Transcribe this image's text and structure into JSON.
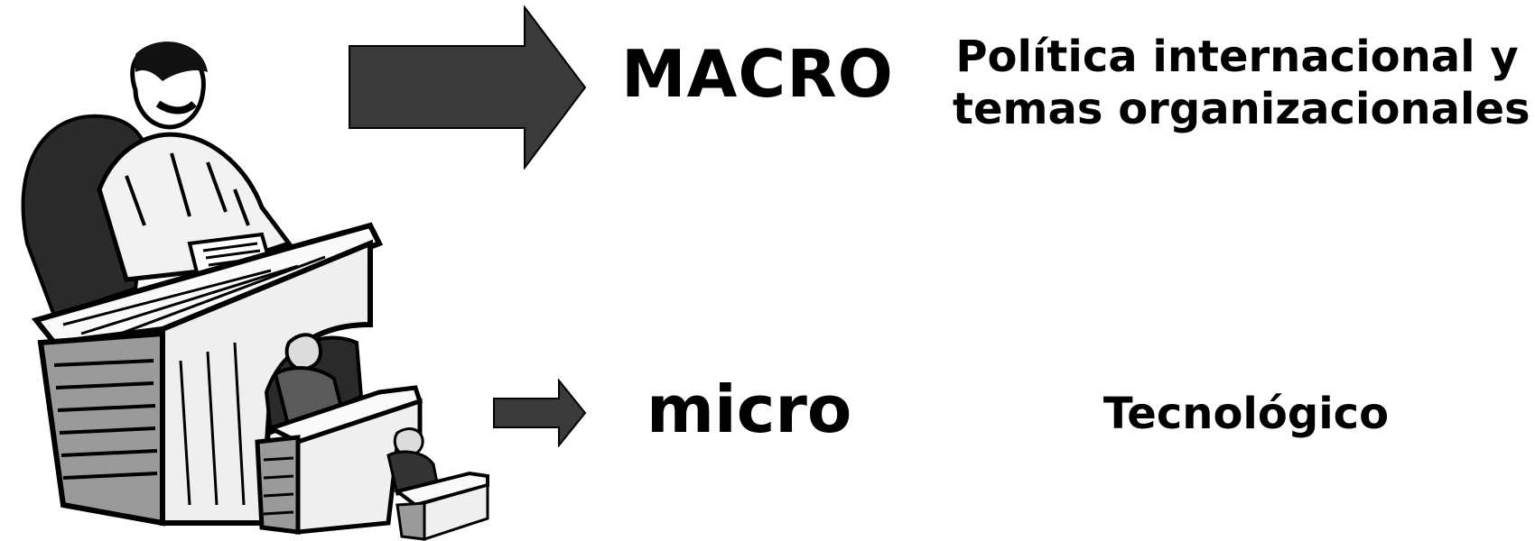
{
  "levels": [
    {
      "label": "MACRO",
      "description_lines": [
        "Política internacional y",
        "temas organizacionales"
      ]
    },
    {
      "label": "micro",
      "description_lines": [
        "Tecnológico"
      ]
    }
  ],
  "illustration": {
    "icon": "desk-workers-woodcut-icon",
    "meaning": "large desk figure with smaller nested desk figures"
  },
  "colors": {
    "arrow_fill": "#3a3a3a",
    "arrow_stroke": "#000000",
    "text": "#000000",
    "background": "#ffffff"
  }
}
